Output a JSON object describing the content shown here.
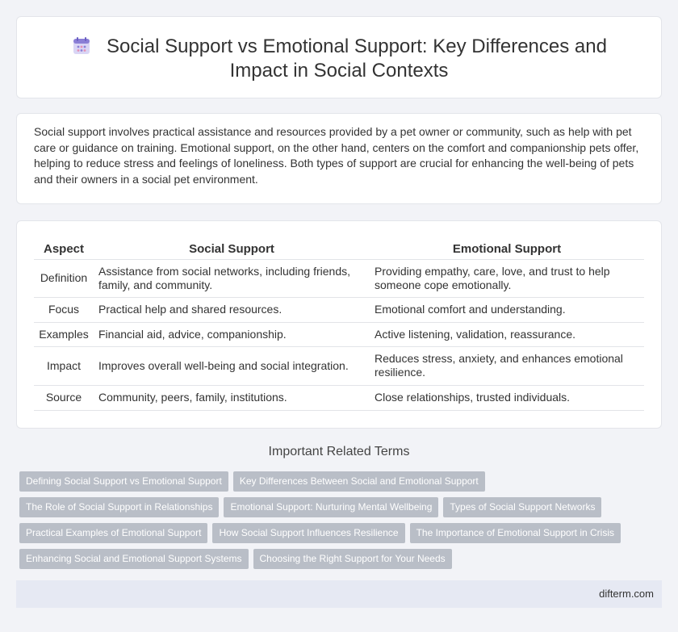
{
  "header": {
    "title": "Social Support vs Emotional Support: Key Differences and Impact in Social Contexts",
    "icon": "calendar-icon"
  },
  "intro": {
    "text": "Social support involves practical assistance and resources provided by a pet owner or community, such as help with pet care or guidance on training. Emotional support, on the other hand, centers on the comfort and companionship pets offer, helping to reduce stress and feelings of loneliness. Both types of support are crucial for enhancing the well-being of pets and their owners in a social pet environment."
  },
  "table": {
    "headers": [
      "Aspect",
      "Social Support",
      "Emotional Support"
    ],
    "rows": [
      [
        "Definition",
        "Assistance from social networks, including friends, family, and community.",
        "Providing empathy, care, love, and trust to help someone cope emotionally."
      ],
      [
        "Focus",
        "Practical help and shared resources.",
        "Emotional comfort and understanding."
      ],
      [
        "Examples",
        "Financial aid, advice, companionship.",
        "Active listening, validation, reassurance."
      ],
      [
        "Impact",
        "Improves overall well-being and social integration.",
        "Reduces stress, anxiety, and enhances emotional resilience."
      ],
      [
        "Source",
        "Community, peers, family, institutions.",
        "Close relationships, trusted individuals."
      ]
    ]
  },
  "related": {
    "title": "Important Related Terms",
    "rows": [
      [
        "Defining Social Support vs Emotional Support",
        "Key Differences Between Social and Emotional Support"
      ],
      [
        "The Role of Social Support in Relationships",
        "Emotional Support: Nurturing Mental Wellbeing",
        "Types of Social Support Networks"
      ],
      [
        "Practical Examples of Emotional Support",
        "How Social Support Influences Resilience",
        "The Importance of Emotional Support in Crisis"
      ],
      [
        "Enhancing Social and Emotional Support Systems",
        "Choosing the Right Support for Your Needs"
      ]
    ]
  },
  "footer": {
    "text": "difterm.com"
  },
  "colors": {
    "background": "#f2f3f7",
    "tag": "#b9bec7",
    "footer": "#e6e9f3",
    "icon_accent": "#8b7fd6"
  }
}
